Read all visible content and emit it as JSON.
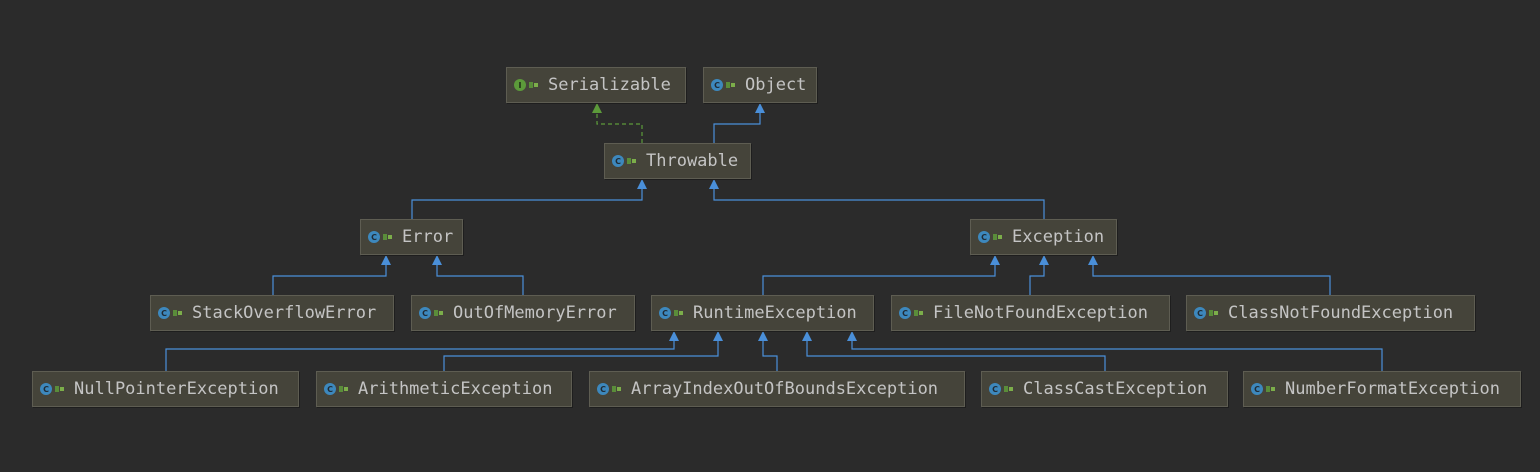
{
  "colors": {
    "background": "#2b2b2b",
    "node_fill": "#45443a",
    "node_border": "#5e5d52",
    "text": "#c4c4c4",
    "extends_edge": "#4a8fd9",
    "implements_edge": "#5c9a3a",
    "class_badge": "#3d88bd",
    "interface_badge": "#5c9a3a"
  },
  "diagram": {
    "nodes": [
      {
        "id": "serializable",
        "label": "Serializable",
        "kind": "interface"
      },
      {
        "id": "object",
        "label": "Object",
        "kind": "class"
      },
      {
        "id": "throwable",
        "label": "Throwable",
        "kind": "class"
      },
      {
        "id": "error",
        "label": "Error",
        "kind": "class"
      },
      {
        "id": "exception",
        "label": "Exception",
        "kind": "class"
      },
      {
        "id": "stackoverflowerror",
        "label": "StackOverflowError",
        "kind": "class"
      },
      {
        "id": "outofmemoryerror",
        "label": "OutOfMemoryError",
        "kind": "class"
      },
      {
        "id": "runtimeexception",
        "label": "RuntimeException",
        "kind": "class"
      },
      {
        "id": "filenotfoundexception",
        "label": "FileNotFoundException",
        "kind": "class"
      },
      {
        "id": "classnotfoundexception",
        "label": "ClassNotFoundException",
        "kind": "class"
      },
      {
        "id": "nullpointerexception",
        "label": "NullPointerException",
        "kind": "class"
      },
      {
        "id": "arithmeticexception",
        "label": "ArithmeticException",
        "kind": "class"
      },
      {
        "id": "arrayindexoutofboundsexception",
        "label": "ArrayIndexOutOfBoundsException",
        "kind": "class"
      },
      {
        "id": "classcastexception",
        "label": "ClassCastException",
        "kind": "class"
      },
      {
        "id": "numberformatexception",
        "label": "NumberFormatException",
        "kind": "class"
      }
    ],
    "edges": [
      {
        "from": "throwable",
        "to": "serializable",
        "type": "implements"
      },
      {
        "from": "throwable",
        "to": "object",
        "type": "extends"
      },
      {
        "from": "error",
        "to": "throwable",
        "type": "extends"
      },
      {
        "from": "exception",
        "to": "throwable",
        "type": "extends"
      },
      {
        "from": "stackoverflowerror",
        "to": "error",
        "type": "extends"
      },
      {
        "from": "outofmemoryerror",
        "to": "error",
        "type": "extends"
      },
      {
        "from": "runtimeexception",
        "to": "exception",
        "type": "extends"
      },
      {
        "from": "filenotfoundexception",
        "to": "exception",
        "type": "extends"
      },
      {
        "from": "classnotfoundexception",
        "to": "exception",
        "type": "extends"
      },
      {
        "from": "nullpointerexception",
        "to": "runtimeexception",
        "type": "extends"
      },
      {
        "from": "arithmeticexception",
        "to": "runtimeexception",
        "type": "extends"
      },
      {
        "from": "arrayindexoutofboundsexception",
        "to": "runtimeexception",
        "type": "extends"
      },
      {
        "from": "classcastexception",
        "to": "runtimeexception",
        "type": "extends"
      },
      {
        "from": "numberformatexception",
        "to": "runtimeexception",
        "type": "extends"
      }
    ]
  }
}
